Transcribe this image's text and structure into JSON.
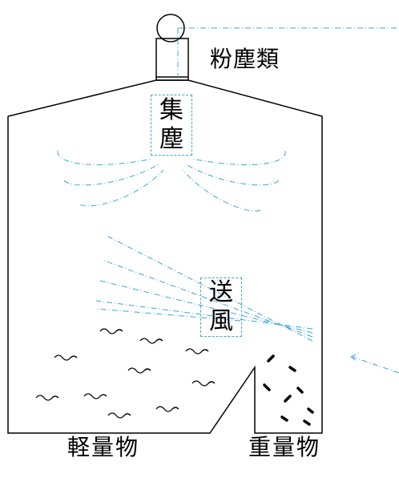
{
  "labels": {
    "dust": "粉塵類",
    "collect": [
      "集",
      "塵"
    ],
    "wind": [
      "送",
      "風"
    ],
    "light": "軽量物",
    "heavy": "重量物"
  },
  "colors": {
    "outline": "#000000",
    "airflow": "#3aa6dc"
  }
}
